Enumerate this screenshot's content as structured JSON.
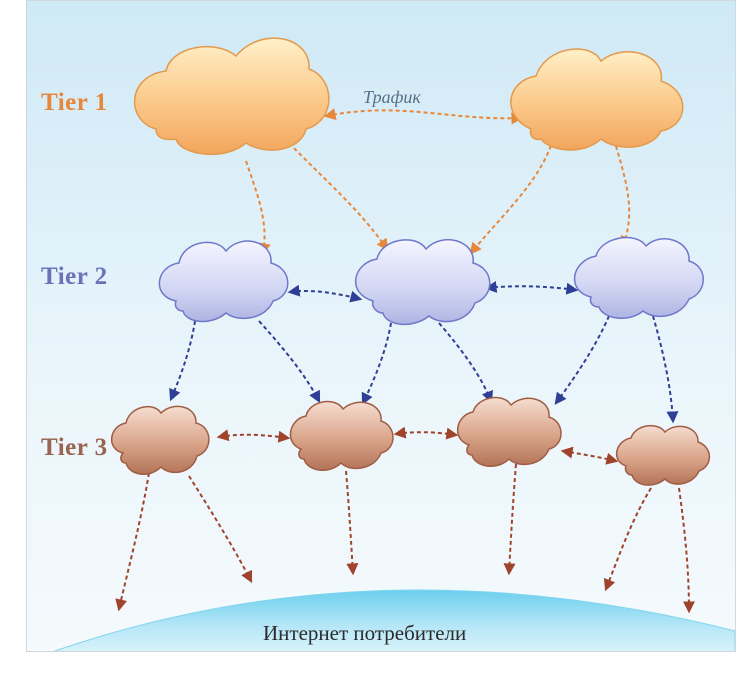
{
  "tiers": [
    {
      "label": "Tier 1",
      "color": "#e8873a"
    },
    {
      "label": "Tier 2",
      "color": "#6a73b8"
    },
    {
      "label": "Tier 3",
      "color": "#9a6450"
    }
  ],
  "traffic_label": "Трафик",
  "consumers_label": "Интернет потребители",
  "colors": {
    "tier1_link": "#e8873a",
    "tier2_link": "#2f3f95",
    "tier3_link": "#a0432c",
    "ground_top": "#6ccfee",
    "ground_bottom": "#d8f1fb"
  }
}
